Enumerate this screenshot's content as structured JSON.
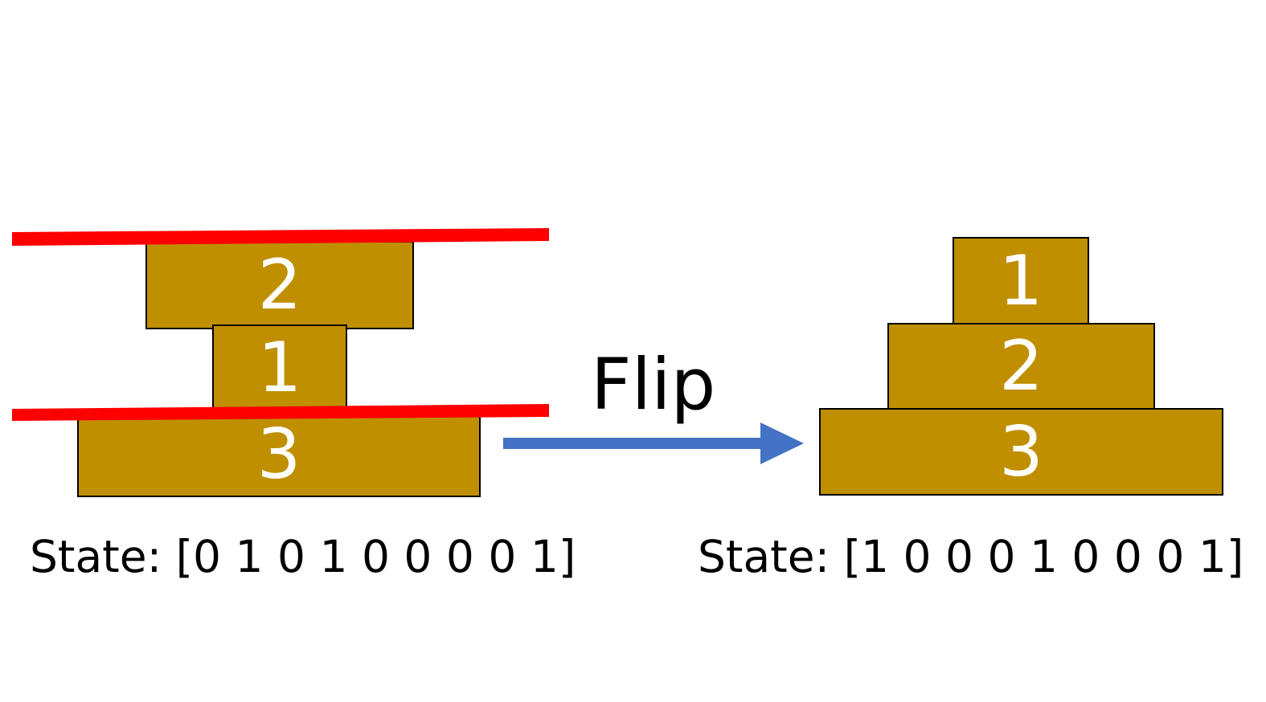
{
  "left_stack": {
    "blocks": [
      "2",
      "1",
      "3"
    ],
    "state_label": "State: [0 1 0 1 0 0 0 0 1]"
  },
  "action": {
    "label": "Flip"
  },
  "right_stack": {
    "blocks": [
      "1",
      "2",
      "3"
    ],
    "state_label": "State: [1 0 0 0 1 0 0 0 1]"
  },
  "colors": {
    "block_fill": "#bf8f00",
    "block_text": "#ffffff",
    "cut_line": "#ff0000",
    "arrow": "#4472c4"
  },
  "icons": [
    "red-cut-line",
    "right-arrow-icon"
  ]
}
